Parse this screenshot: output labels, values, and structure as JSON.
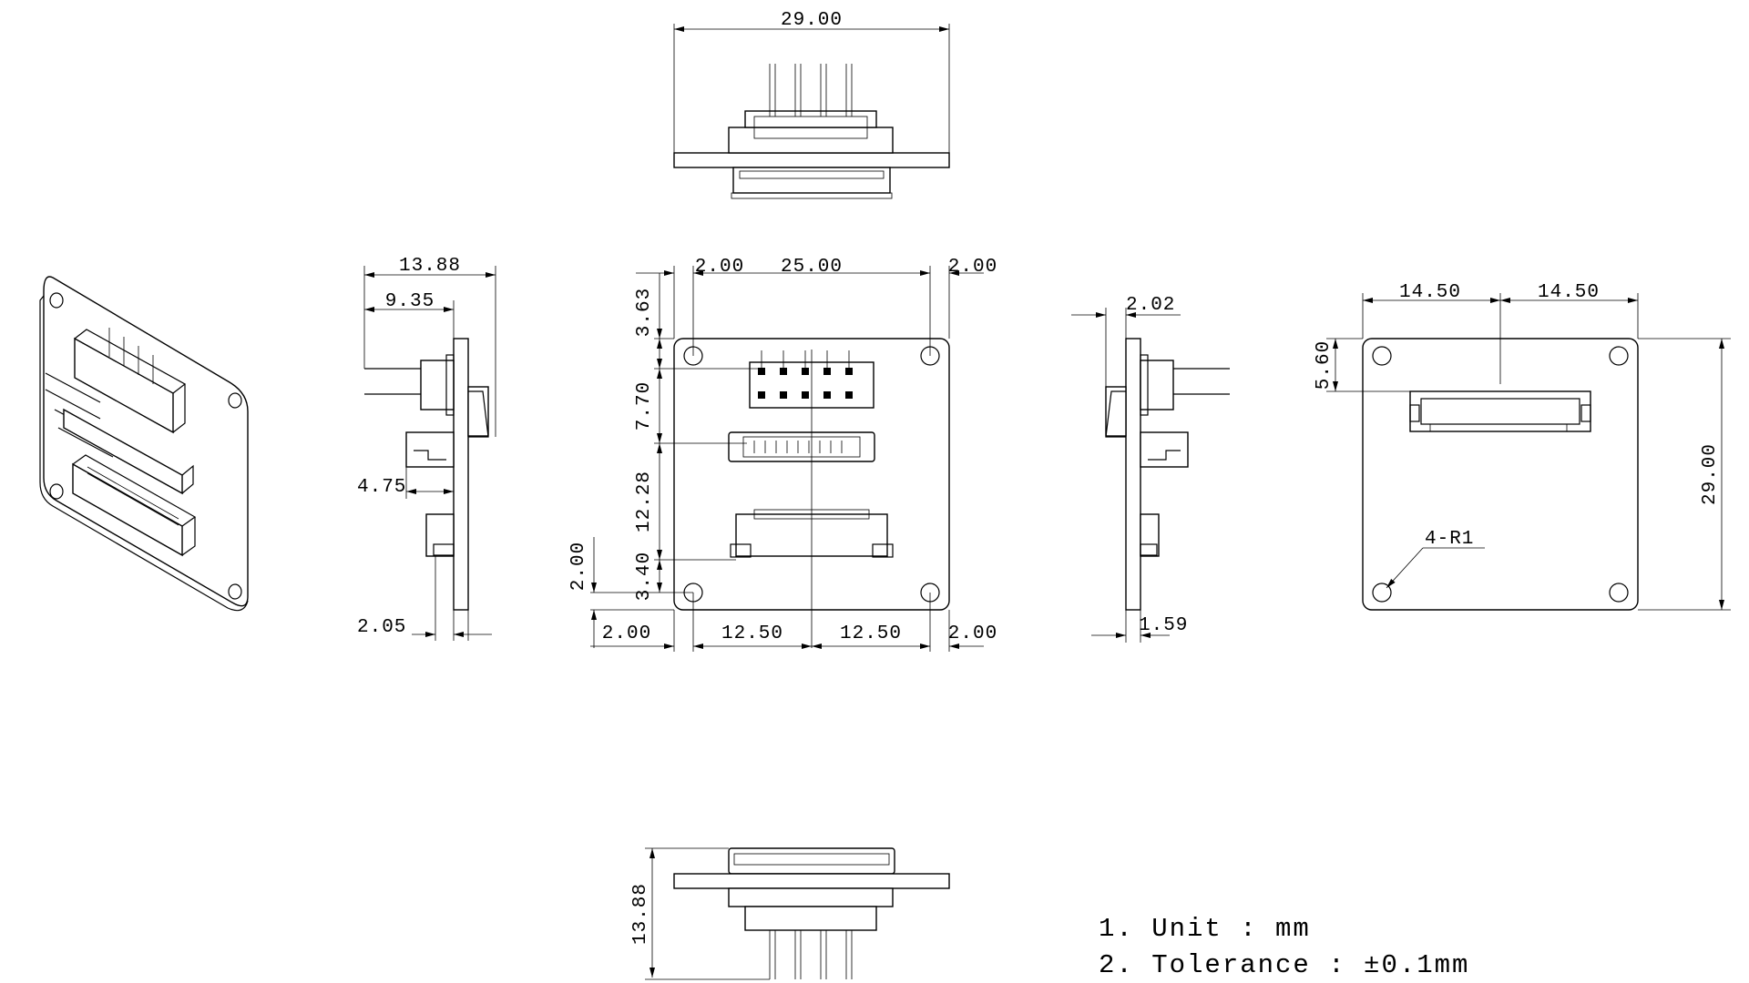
{
  "notes": {
    "unit": "1. Unit : mm",
    "tolerance": "2. Tolerance :  ±0.1mm"
  },
  "dims": {
    "top_width": "29.00",
    "front_hole_left": "2.00",
    "front_hole_span": "25.00",
    "front_hole_right": "2.00",
    "front_v_top": "3.63",
    "front_v_header": "7.70",
    "front_v_connector": "12.28",
    "front_v_fpc": "3.40",
    "front_v_hole_bottom": "2.00",
    "front_bot_left": "2.00",
    "front_bot_half_left": "12.50",
    "front_bot_half_right": "12.50",
    "front_bot_right": "2.00",
    "left_depth_total": "13.88",
    "left_depth_pins": "9.35",
    "left_conn_height": "4.75",
    "left_board_thk": "2.05",
    "right_offset": "2.02",
    "right_board_thk": "1.59",
    "rear_half_left": "14.50",
    "rear_half_right": "14.50",
    "rear_fpc_offset": "5.60",
    "rear_height": "29.00",
    "rear_radius": "4-R1",
    "bottom_depth": "13.88"
  }
}
